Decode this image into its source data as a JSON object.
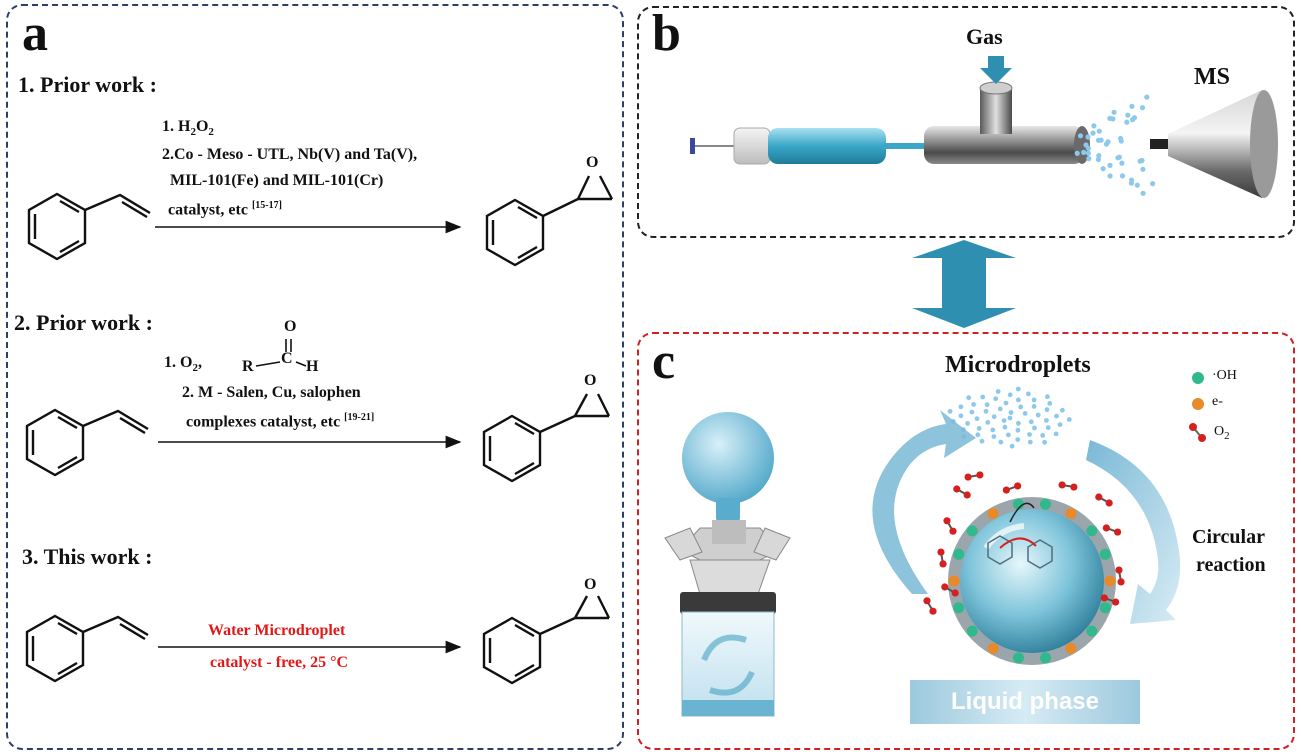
{
  "panels": {
    "a": {
      "letter": "a"
    },
    "b": {
      "letter": "b",
      "gas_label": "Gas",
      "ms_label": "MS"
    },
    "c": {
      "letter": "c",
      "microdroplets_label": "Microdroplets",
      "legend": [
        {
          "label": "·OH",
          "color": "#2fb98d"
        },
        {
          "label": "e-",
          "color": "#e8892a"
        },
        {
          "label": "O",
          "sub": "2",
          "color": "#d52020"
        }
      ],
      "circular_line1": "Circular",
      "circular_line2": "reaction",
      "liquid_phase": "Liquid phase"
    }
  },
  "reactions": [
    {
      "heading": "1. Prior work :",
      "cond1_pre": "1. H",
      "cond1_sub1": "2",
      "cond1_mid": "O",
      "cond1_sub2": "2",
      "cond2": "2.Co - Meso - UTL, Nb(V) and Ta(V),",
      "cond3": "MIL-101(Fe) and MIL-101(Cr)",
      "cond4": "catalyst, etc",
      "cond4_ref": "[15-17]"
    },
    {
      "heading": "2. Prior work :",
      "cond1_pre": "1. O",
      "cond1_sub": "2",
      "cond1_post": ",",
      "aldehyde_R": "R",
      "aldehyde_C": "C",
      "aldehyde_H": "H",
      "aldehyde_O": "O",
      "cond2": "2. M - Salen, Cu,  salophen",
      "cond3": "complexes catalyst, etc",
      "cond3_ref": "[19-21]"
    },
    {
      "heading": "3. This work :",
      "cond1": "Water Microdroplet",
      "cond2": "catalyst - free, 25 °C"
    }
  ],
  "epoxide_O": "O",
  "colors": {
    "accent_blue": "#3a9ec0",
    "red_text": "#e01818",
    "arrow_teal": "#2e8fb0"
  }
}
